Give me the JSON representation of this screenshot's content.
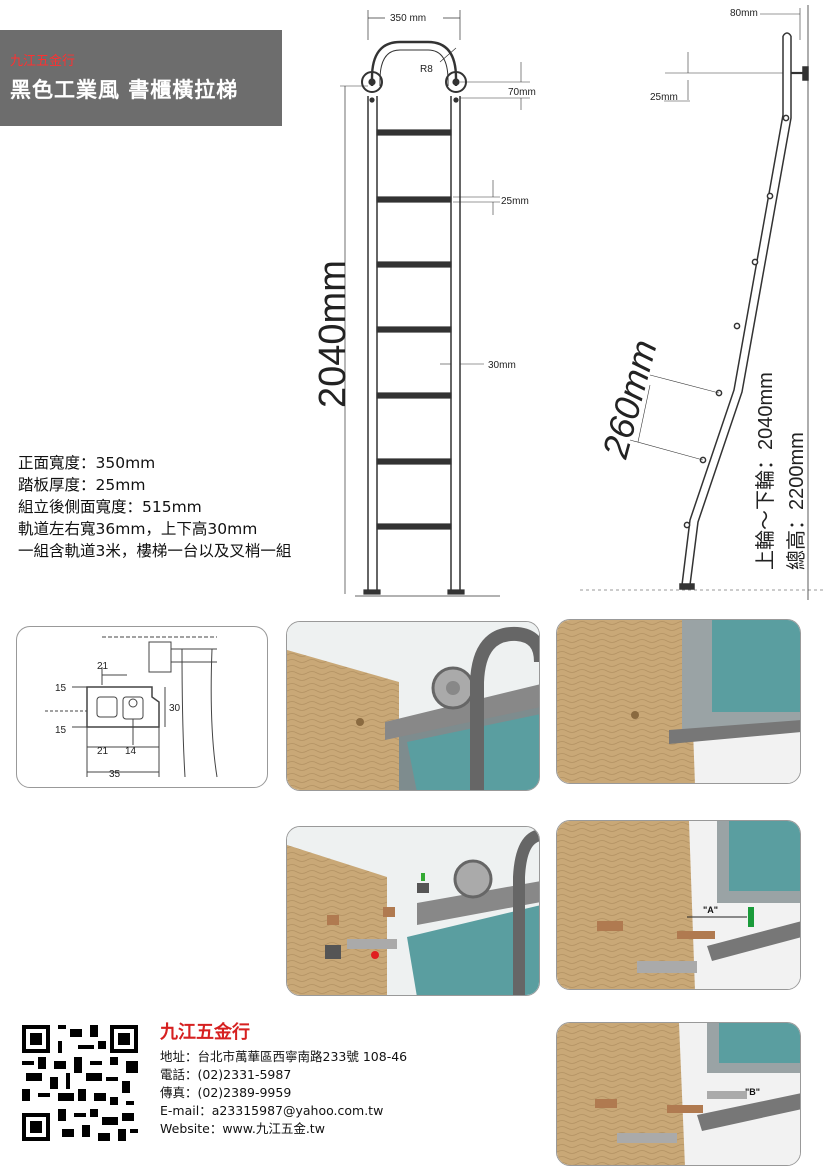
{
  "banner": {
    "shop_name": "九江五金行",
    "title": "黑色工業風 書櫃橫拉梯"
  },
  "front_drawing": {
    "width_label": "350 mm",
    "radius_label": "R8",
    "wheel_offset_label": "70mm",
    "step_thickness_label": "25mm",
    "rail_width_label": "30mm",
    "height_label": "2040mm"
  },
  "side_drawing": {
    "depth_label": "80mm",
    "top_gap_label": "25mm",
    "step_spacing_label": "260mm",
    "wheel_span_label": "上輪～下輪：2040mm",
    "total_height_label": "總高：2200mm"
  },
  "specs": [
    "正面寬度：350mm",
    "踏板厚度：25mm",
    "組立後側面寬度：515mm",
    "軌道左右寬36mm，上下高30mm",
    "一組含軌道3米，樓梯一台以及叉梢一組"
  ],
  "rail_section": {
    "dims": [
      "21",
      "15",
      "15",
      "30",
      "21",
      "14",
      "35"
    ]
  },
  "photo_labels": {
    "label_a": "\"A\"",
    "label_b": "\"B\""
  },
  "company": {
    "name": "九江五金行",
    "address": "地址：台北市萬華區西寧南路233號  108-46",
    "phone": "電話：(02)2331-5987",
    "fax": "傳真：(02)2389-9959",
    "email": "E-mail：a23315987@yahoo.com.tw",
    "website": "Website：www.九江五金.tw"
  },
  "colors": {
    "banner_bg": "#6d6d6d",
    "shop_red": "#d62020",
    "wood": "#c9a877",
    "glass": "#5a9ea0",
    "rail_gray": "#9a9a9a"
  }
}
